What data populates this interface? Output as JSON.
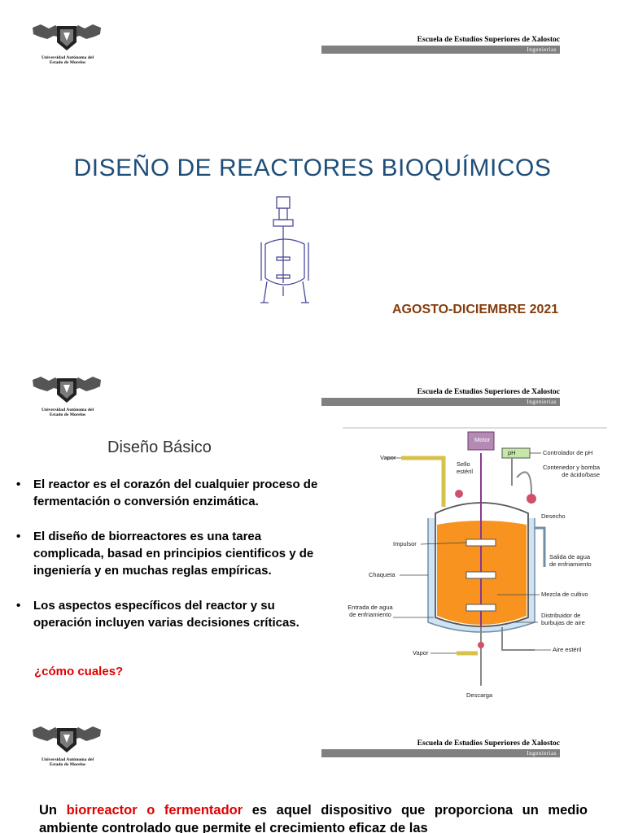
{
  "header": {
    "logo_text_line1": "Universidad Autónoma del",
    "logo_text_line2": "Estado de Morelos",
    "school": "Escuela de Estudios Superiores de Xalostoc",
    "bar_label": "Ingenierias"
  },
  "slide1": {
    "title": "DISEÑO DE REACTORES BIOQUÍMICOS",
    "period": "AGOSTO-DICIEMBRE 2021"
  },
  "slide2": {
    "subtitle": "Diseño Básico",
    "bullets": [
      "El reactor es el corazón del cualquier proceso de fermentación o conversión enzimática.",
      "El diseño de biorreactores es una tarea complicada, basad en principios cientificos y de ingeniería y en muchas reglas empíricas.",
      "Los aspectos específicos del reactor y su operación incluyen varias decisiones críticas."
    ],
    "bullet_char": "•",
    "question": "¿cómo cuales?",
    "diagram_labels": {
      "motor": "Motor",
      "ph": "pH",
      "vapor_top": "Vapor",
      "sello": "Sello estéril",
      "controlador": "Controlador de pH",
      "contenedor": "Contenedor y bomba de ácido/base",
      "desecho": "Desecho",
      "impulsor": "Impulsor",
      "salida": "Salida de agua de enfriamiento",
      "chaqueta": "Chaqueta",
      "mezcla": "Mezcla de cultivo",
      "entrada": "Entrada de agua de enfriamiento",
      "distribuidor": "Distribuidor de burbujas de aire",
      "vapor_bottom": "Vapor",
      "aire": "Aire estéril",
      "descarga": "Descarga"
    }
  },
  "slide3": {
    "para_start": "Un ",
    "para_highlight": "biorreactor o fermentador",
    "para_rest": " es aquel dispositivo que proporciona un medio ambiente controlado que permite el crecimiento eficaz de las"
  },
  "colors": {
    "title": "#1f4e79",
    "period": "#843c0c",
    "highlight": "#e00000",
    "bar": "#808080",
    "culture": "#f7931e"
  }
}
